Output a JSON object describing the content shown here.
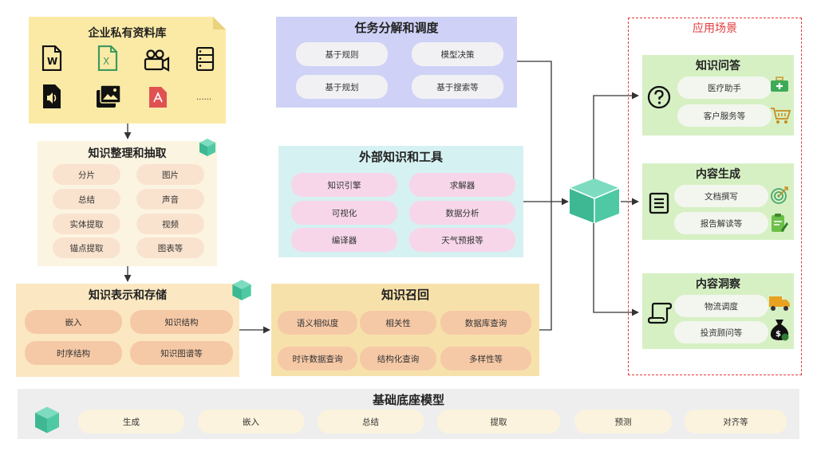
{
  "private_library": {
    "title": "企业私有资料库",
    "more": "......",
    "icons": [
      "word-document-icon",
      "excel-document-icon",
      "video-camera-icon",
      "database-icon",
      "audio-file-icon",
      "image-gallery-icon",
      "pdf-file-icon"
    ]
  },
  "organize": {
    "title": "知识整理和抽取",
    "items": [
      "分片",
      "图片",
      "总结",
      "声音",
      "实体提取",
      "视频",
      "锚点提取",
      "图表等"
    ]
  },
  "storage": {
    "title": "知识表示和存储",
    "items": [
      "嵌入",
      "知识结构",
      "时序结构",
      "知识图谱等"
    ]
  },
  "scheduling": {
    "title": "任务分解和调度",
    "items": [
      "基于规则",
      "模型决策",
      "基于规划",
      "基于搜索等"
    ]
  },
  "tools": {
    "title": "外部知识和工具",
    "items": [
      "知识引擎",
      "求解器",
      "可视化",
      "数据分析",
      "编译器",
      "天气预报等"
    ]
  },
  "recall": {
    "title": "知识召回",
    "items": [
      "语义相似度",
      "相关性",
      "数据库查询",
      "时许数据查询",
      "结构化查询",
      "多样性等"
    ]
  },
  "applications": {
    "title": "应用场景",
    "groups": [
      {
        "title": "知识问答",
        "items": [
          "医疗助手",
          "客户服务等"
        ]
      },
      {
        "title": "内容生成",
        "items": [
          "文档撰写",
          "报告解读等"
        ]
      },
      {
        "title": "内容洞察",
        "items": [
          "物流调度",
          "投资顾问等"
        ]
      }
    ]
  },
  "foundation": {
    "title": "基础底座模型",
    "items": [
      "生成",
      "嵌入",
      "总结",
      "提取",
      "预测",
      "对齐等"
    ]
  },
  "colors": {
    "library_bg": "#fbeaa6",
    "organize_bg": "#fbf4e1",
    "organize_pill": "#f9e3cf",
    "storage_bg": "#fbe8c2",
    "storage_pill": "#f6c9a6",
    "sched_bg": "#cfd2f6",
    "tools_bg": "#d6f1f1",
    "tools_pill": "#f7d6ea",
    "recall_bg": "#f7e1ab",
    "recall_pill": "#f6c9a6",
    "app_bg": "#d6f0c4",
    "app_border": "#e23a3a",
    "found_bg": "#eeeeee",
    "found_pill": "#fbf3dd",
    "cube": "#4ec9a4",
    "line": "#333333"
  }
}
